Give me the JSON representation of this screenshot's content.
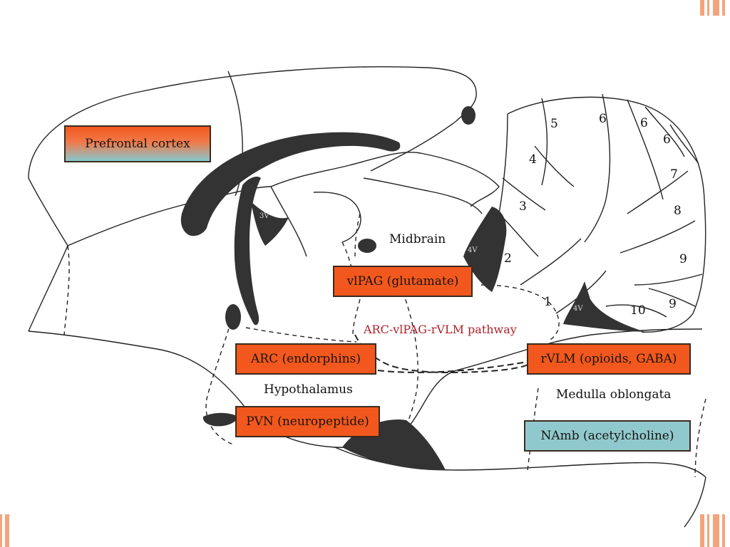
{
  "diagram": {
    "regions": {
      "midbrain": "Midbrain",
      "hypothalamus": "Hypothalamus",
      "medulla": "Medulla oblongata"
    },
    "boxes": {
      "prefrontal": "Prefrontal cortex",
      "vlpag": "vlPAG (glutamate)",
      "arc": "ARC (endorphins)",
      "pvn": "PVN (neuropeptide)",
      "rvlm": "rVLM (opioids, GABA)",
      "namb": "NAmb (acetylcholine)"
    },
    "pathway_label": "ARC-vlPAG-rVLM pathway",
    "ventricles": {
      "third": "3V",
      "fourth_upper": "4V",
      "fourth_lower": "4V"
    },
    "cerebellum_lobules": [
      "1",
      "2",
      "3",
      "4",
      "5",
      "6",
      "6",
      "6",
      "7",
      "8",
      "9",
      "9",
      "10"
    ],
    "colors": {
      "orange_box": "#f2581d",
      "teal_box": "#8fc9cd",
      "pathway_text": "#b0222a",
      "slide_accent": "#f4a47c"
    }
  }
}
